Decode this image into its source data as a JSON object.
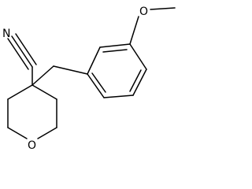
{
  "molecule": {
    "atoms": {
      "nitrogen": "N",
      "ring_oxygen": "O",
      "methoxy_oxygen": "O"
    }
  },
  "colors": {
    "bond": "#000000",
    "background": "#ffffff"
  }
}
